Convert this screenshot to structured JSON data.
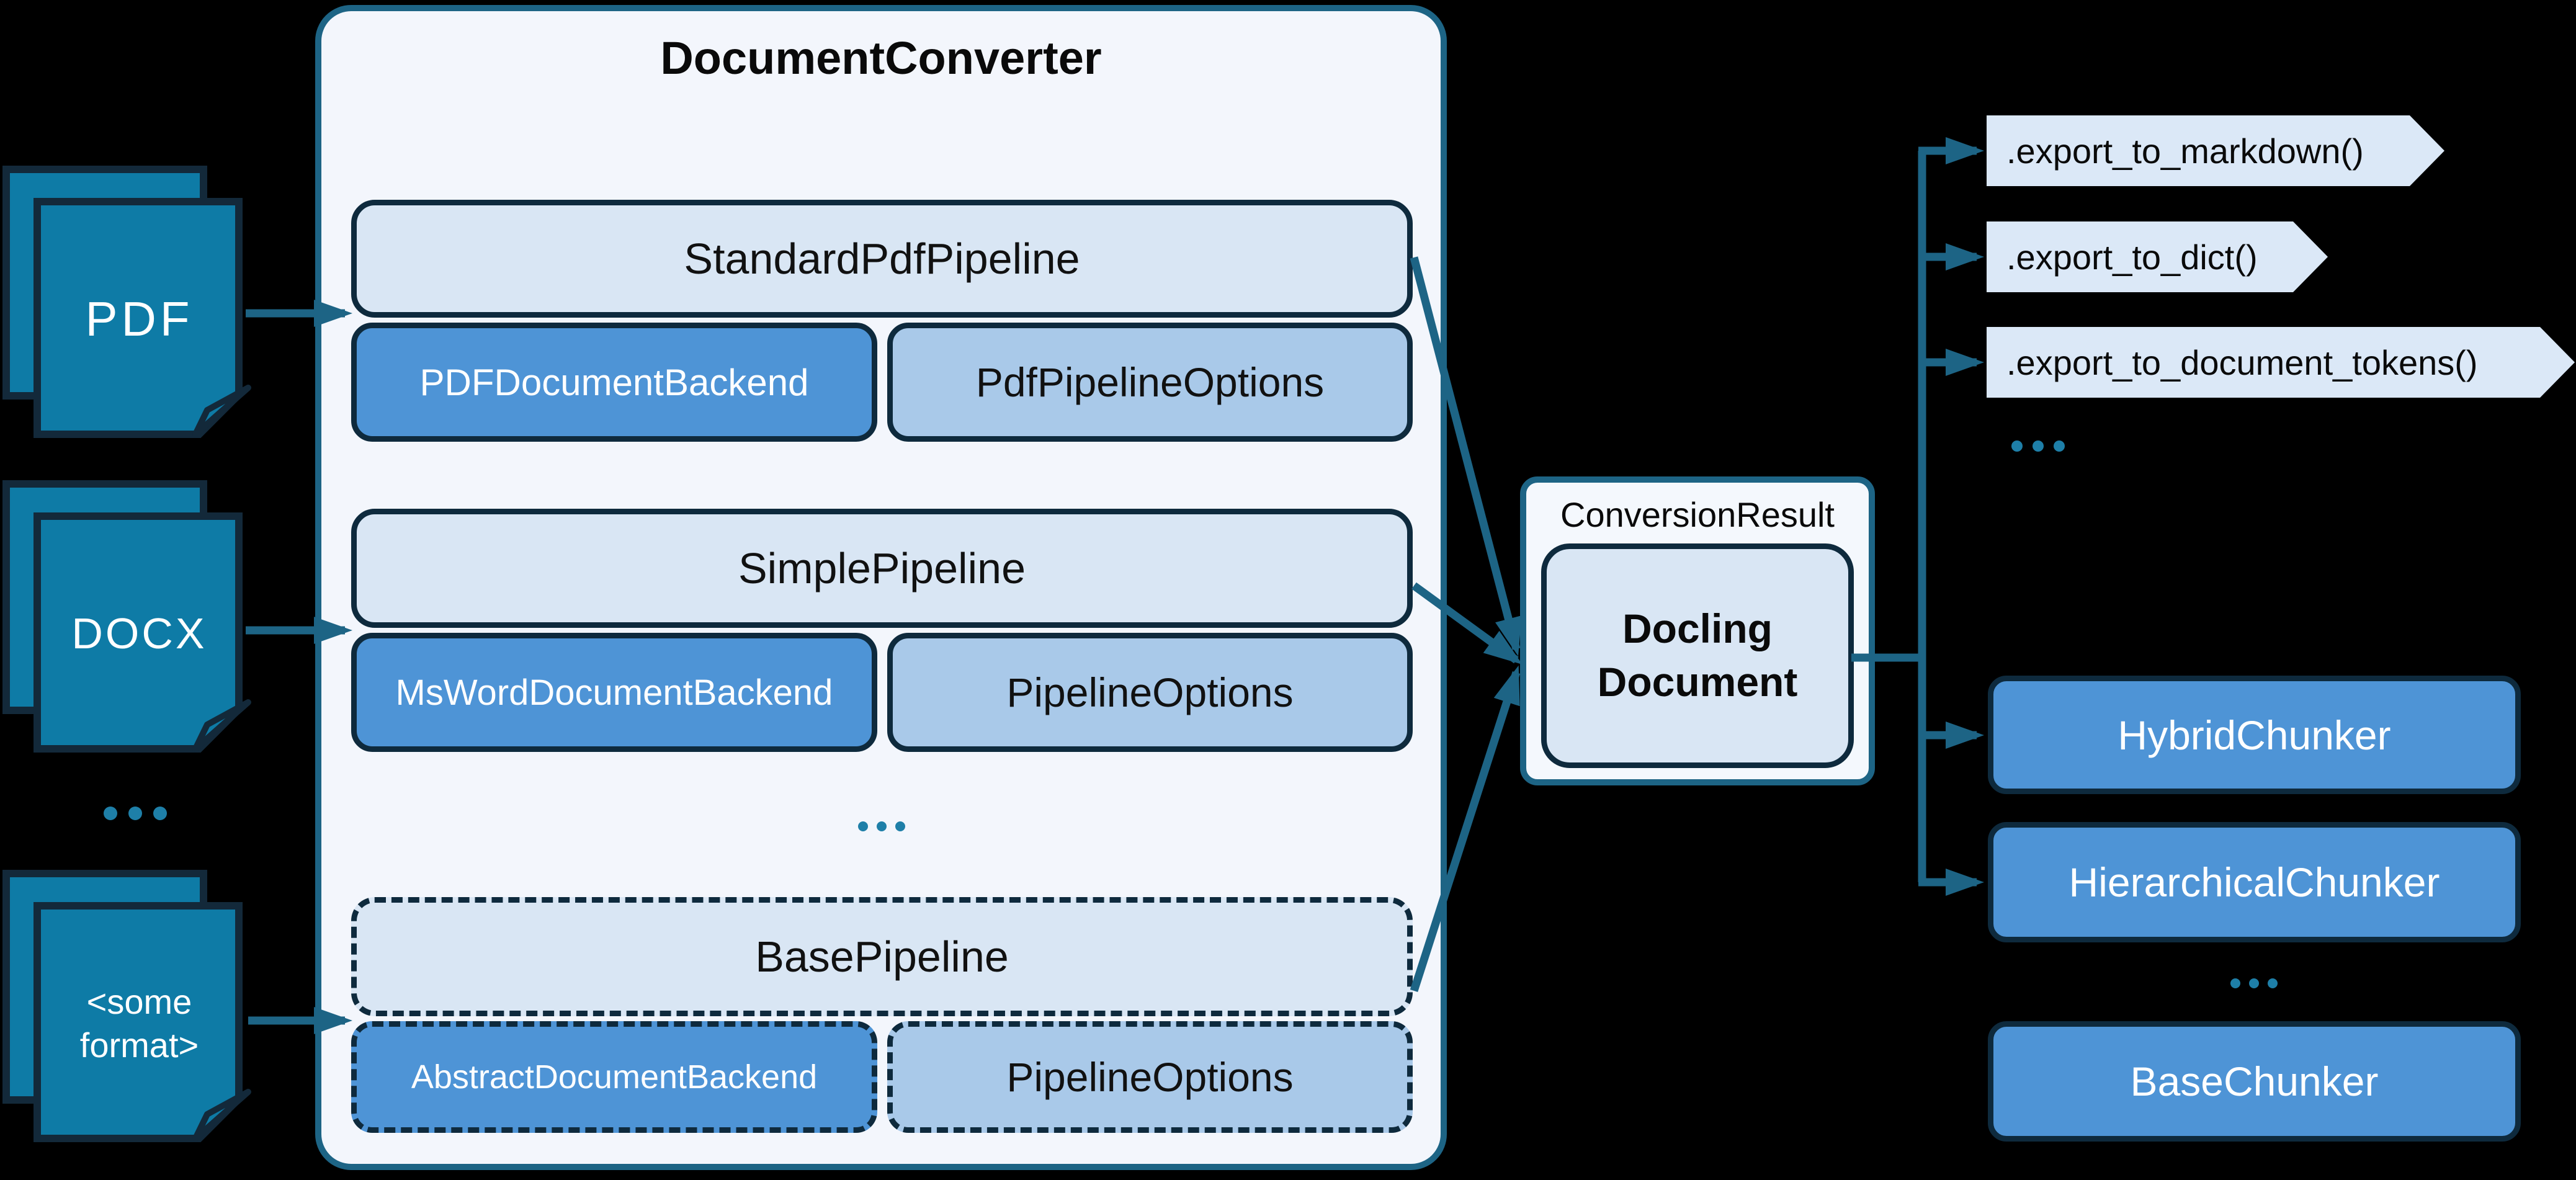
{
  "colors": {
    "background": "#000000",
    "accent_teal": "#1d6485",
    "dark_navy_border": "#0e2a3d",
    "icon_teal": "#0e7ba6",
    "panel_fill": "#f3f6fc",
    "light_blue_fill": "#d9e6f4",
    "medium_blue_fill": "#4e94d6",
    "soft_blue_fill": "#a9c9e9",
    "chevron_fill": "#dbe8f7",
    "ellipsis_dot": "#1e7fa8"
  },
  "icons": {
    "pdf_document": "stacked-pages-with-folded-corner",
    "docx_document": "stacked-pages-with-folded-corner",
    "generic_document": "stacked-pages-with-folded-corner",
    "ellipsis": "three-dots"
  },
  "inputs": {
    "items": [
      {
        "label": "PDF"
      },
      {
        "label": "DOCX"
      },
      {
        "label": "<some format>"
      }
    ],
    "ellipsis": "..."
  },
  "converter": {
    "title": "DocumentConverter",
    "groups": [
      {
        "pipeline": "StandardPdfPipeline",
        "backend": "PDFDocumentBackend",
        "options": "PdfPipelineOptions",
        "dashed": false
      },
      {
        "pipeline": "SimplePipeline",
        "backend": "MsWordDocumentBackend",
        "options": "PipelineOptions",
        "dashed": false
      },
      {
        "pipeline": "BasePipeline",
        "backend": "AbstractDocumentBackend",
        "options": "PipelineOptions",
        "dashed": true
      }
    ],
    "ellipsis": "..."
  },
  "result": {
    "label": "ConversionResult",
    "document": "Docling Document"
  },
  "exports": {
    "items": [
      {
        "label": ".export_to_markdown()"
      },
      {
        "label": ".export_to_dict()"
      },
      {
        "label": ".export_to_document_tokens()"
      }
    ],
    "ellipsis": "..."
  },
  "chunkers": {
    "items": [
      {
        "label": "HybridChunker",
        "dashed": false
      },
      {
        "label": "HierarchicalChunker",
        "dashed": false
      },
      {
        "label": "BaseChunker",
        "dashed": true
      }
    ],
    "ellipsis": "..."
  }
}
